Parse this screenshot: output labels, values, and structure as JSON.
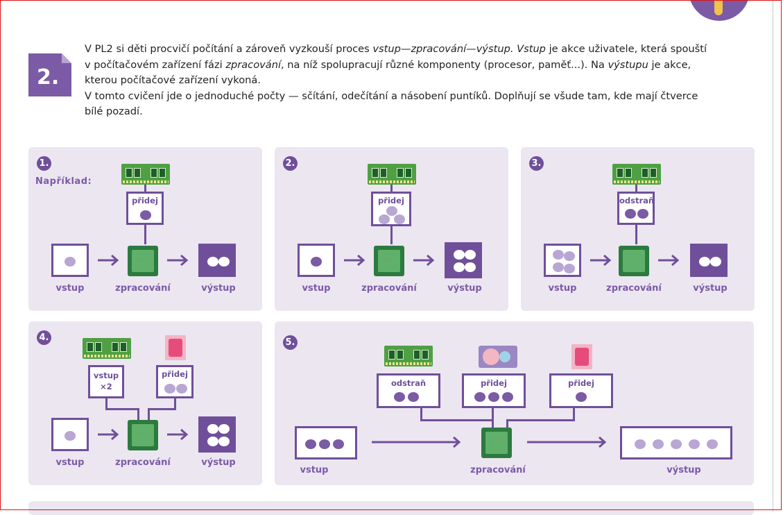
{
  "section_number": "2.",
  "intro": {
    "p1_a": "V PL2 si děti procvičí počítání a zároveň vyzkouší proces ",
    "p1_b": "vstup—zpracování—výstup. Vstup",
    "p1_c": " je akce uživatele, která spouští",
    "p1_d": "v počítačovém zařízení fázi ",
    "p1_e": "zpracování",
    "p1_f": ", na níž spolupracují různé komponenty (procesor, paměť...). Na ",
    "p1_g": "výstupu",
    "p1_h": " je akce,",
    "p1_i": "kterou počítačové zařízení vykoná.",
    "p2": "V tomto cvičení jde o jednoduché počty — sčítání, odečítání a násobení puntíků. Doplňují se všude tam, kde mají čtverce bílé pozadí."
  },
  "labels": {
    "example": "Například:",
    "input": "vstup",
    "processing": "zpracování",
    "output": "výstup"
  },
  "panels": [
    {
      "number": "1.",
      "op": "přidej",
      "input_dots": 1,
      "op_dots": 1,
      "output_dots": 2
    },
    {
      "number": "2.",
      "op": "přidej",
      "input_dots": 1,
      "op_dots": 3,
      "output_dots": 4
    },
    {
      "number": "3.",
      "op": "odstraň",
      "input_dots": 4,
      "op_dots": 2,
      "output_dots": 2
    },
    {
      "number": "4.",
      "op_a": "vstup",
      "op_a2": "×2",
      "op_b": "přidej",
      "input_dots": 1,
      "op_b_dots": 2,
      "output_dots": 4
    },
    {
      "number": "5.",
      "op_a": "odstraň",
      "op_b": "přidej",
      "op_c": "přidej",
      "input_dots": 3,
      "op_a_dots": 2,
      "op_b_dots": 3,
      "op_c_dots": 1,
      "output_dots": 5
    }
  ],
  "colors": {
    "accent": "#6f4f9a",
    "panel_bg": "#ece6f1",
    "ram": "#4ea043",
    "cpu": "#2d7a3f"
  }
}
